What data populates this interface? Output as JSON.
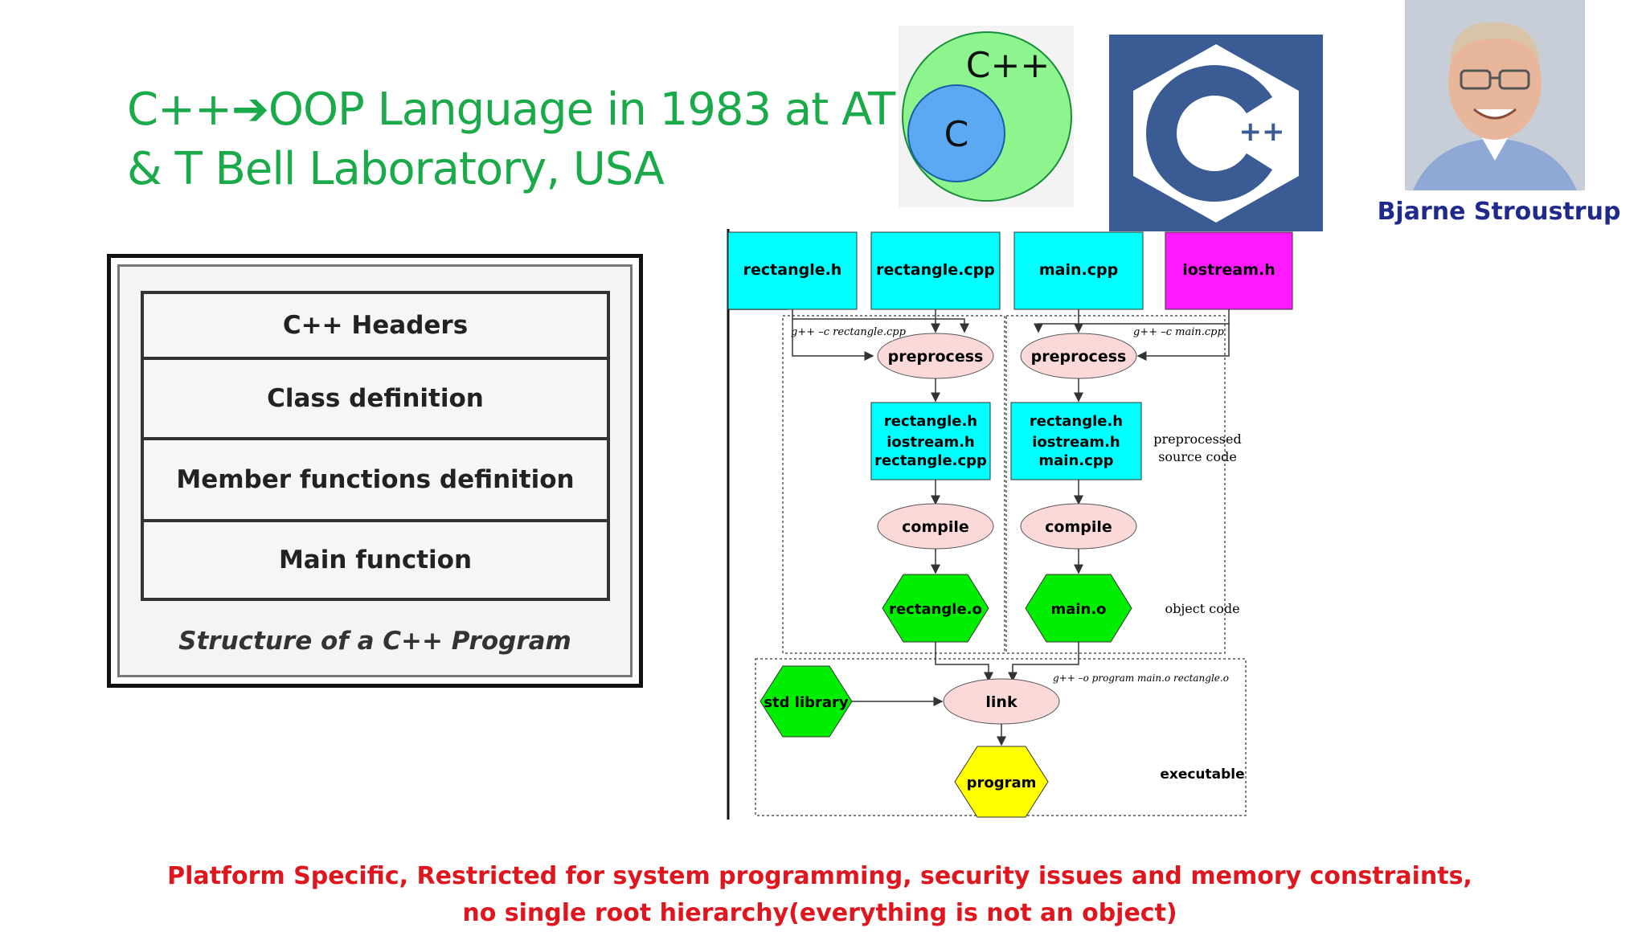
{
  "title": {
    "line1": "C++➔OOP Language in 1983 at AT",
    "line2": "& T Bell Laboratory, USA"
  },
  "venn": {
    "outer_label": "C++",
    "inner_label": "C"
  },
  "photo": {
    "name": "Bjarne Stroustrup"
  },
  "structure": {
    "rows": [
      "C++  Headers",
      "Class definition",
      "Member functions definition",
      "Main function"
    ],
    "caption": "Structure of a C++ Program"
  },
  "flow": {
    "sources": [
      "rectangle.h",
      "rectangle.cpp",
      "main.cpp",
      "iostream.h"
    ],
    "cmd_left": "g++ –c rectangle.cpp",
    "cmd_right": "g++ –c main.cpp",
    "preprocess": "preprocess",
    "pre_left": [
      "rectangle.h",
      "iostream.h",
      "rectangle.cpp"
    ],
    "pre_right": [
      "rectangle.h",
      "iostream.h",
      "main.cpp"
    ],
    "label_pre": [
      "preprocessed",
      "source code"
    ],
    "compile": "compile",
    "obj_left": "rectangle.o",
    "obj_right": "main.o",
    "label_obj": "object code",
    "stdlib": "std library",
    "link": "link",
    "cmd_link": "g++ –o program main.o rectangle.o",
    "program": "program",
    "label_exe": "executable"
  },
  "bottom": {
    "line1": "Platform Specific, Restricted for system programming, security issues and memory constraints,",
    "line2": "no single root hierarchy(everything is not an object)"
  },
  "colors": {
    "title": "#1aaa4a",
    "source_box": "#00ffff",
    "iostream_box": "#ff1aff",
    "ellipse": "#fbd9d9",
    "object": "#00ee00",
    "program": "#ffff00",
    "bottom_text": "#e0161e",
    "name": "#1f2a8c"
  }
}
